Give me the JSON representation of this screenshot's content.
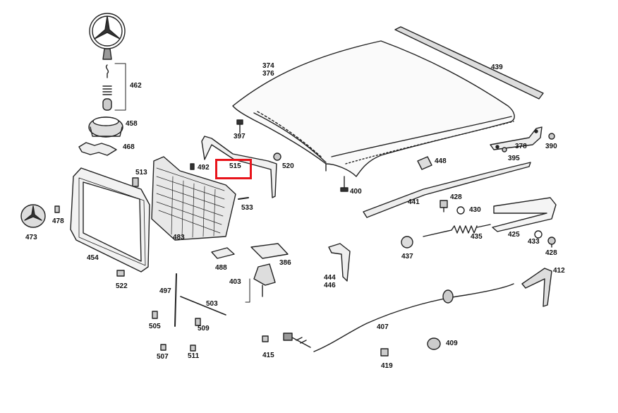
{
  "labels": {
    "p374_376": [
      "374",
      "376"
    ],
    "p439": "439",
    "p462": "462",
    "p458": "458",
    "p468": "468",
    "p397": "397",
    "p378": "378",
    "p390": "390",
    "p395": "395",
    "p513": "513",
    "p492": "492",
    "p515": "515",
    "p520": "520",
    "p448": "448",
    "p400": "400",
    "p533": "533",
    "p478": "478",
    "p473": "473",
    "p483": "483",
    "p441": "441",
    "p428a": "428",
    "p430": "430",
    "p425": "425",
    "p435": "435",
    "p433": "433",
    "p428b": "428",
    "p437": "437",
    "p454": "454",
    "p488": "488",
    "p386": "386",
    "p444_446": [
      "444",
      "446"
    ],
    "p412": "412",
    "p403": "403",
    "p522": "522",
    "p497": "497",
    "p503": "503",
    "p505": "505",
    "p509": "509",
    "p407": "407",
    "p409": "409",
    "p415": "415",
    "p419": "419",
    "p507": "507",
    "p511": "511"
  },
  "highlight_color": "#e8141b"
}
